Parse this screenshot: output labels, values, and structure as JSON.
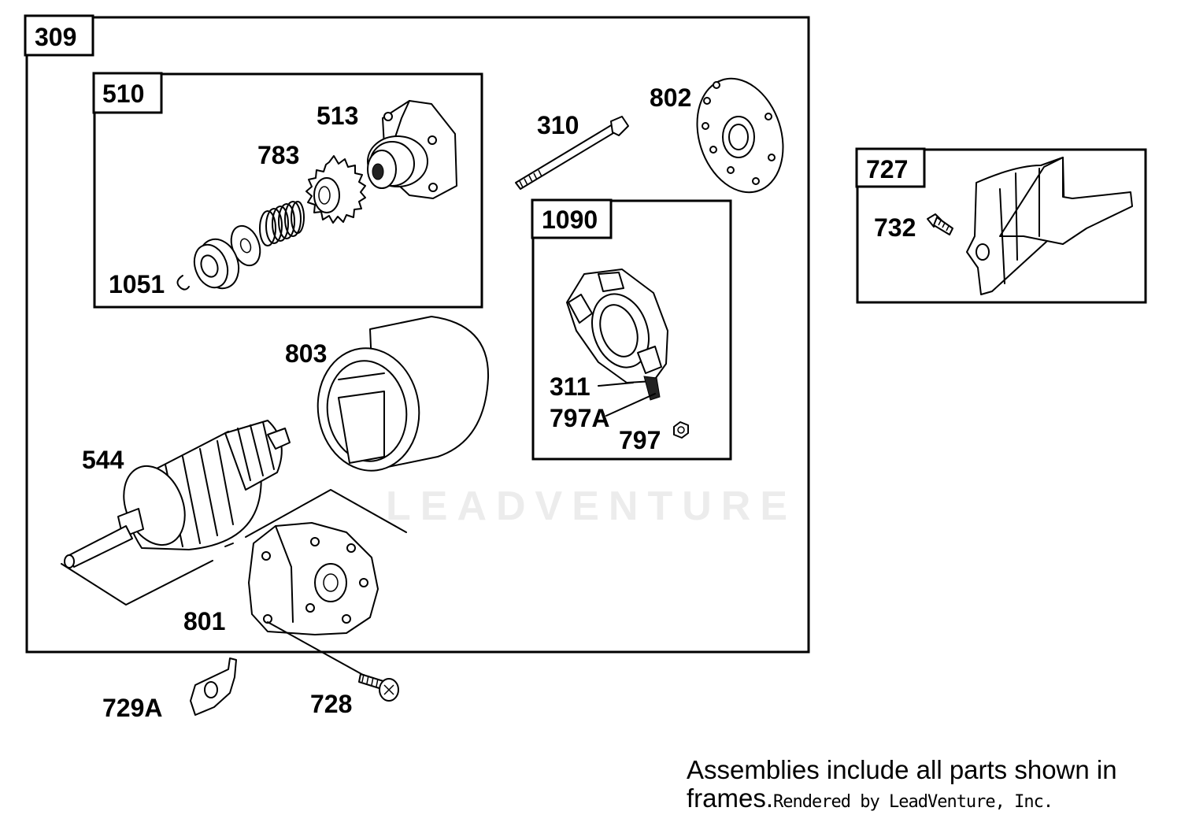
{
  "frames": {
    "f309": "309",
    "f510": "510",
    "f1090": "1090",
    "f727": "727"
  },
  "parts": {
    "p513": "513",
    "p783": "783",
    "p1051": "1051",
    "p310": "310",
    "p802": "802",
    "p803": "803",
    "p544": "544",
    "p801": "801",
    "p311": "311",
    "p797A": "797A",
    "p797": "797",
    "p732": "732",
    "p729A": "729A",
    "p728": "728"
  },
  "watermark": "LEADVENTURE",
  "footer": {
    "note": "Assemblies include all parts shown in frames.",
    "credit": "Rendered by LeadVenture, Inc."
  }
}
